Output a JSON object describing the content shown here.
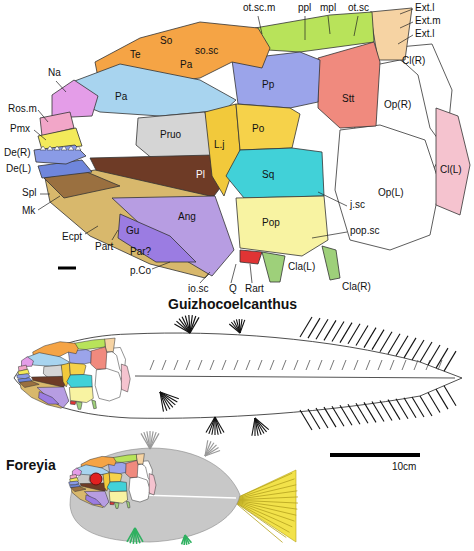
{
  "diagram": {
    "labels": [
      "ot.sc.m",
      "ppl",
      "mpl",
      "ot.sc",
      "Ext.l",
      "Ext.m",
      "Ext.l",
      "so.sc",
      "So",
      "Te",
      "Pa",
      "Pa",
      "Pp",
      "Na",
      "Ros.m",
      "Pmx",
      "De(R)",
      "De(L)",
      "Spl",
      "Mk",
      "Ecpt",
      "Part",
      "Par?",
      "Gu",
      "p.Co",
      "Ang",
      "io.sc",
      "Q",
      "Rart",
      "Cla(L)",
      "Cla(R)",
      "pop.sc",
      "j.sc",
      "Pop",
      "Sq",
      "Po",
      "L.j",
      "Pl",
      "Pruo",
      "Stt",
      "Cl(R)",
      "Op(R)",
      "Op(L)",
      "Cl(L)",
      "Guizhocoelcanthus",
      "Foreyia",
      "10cm"
    ]
  }
}
